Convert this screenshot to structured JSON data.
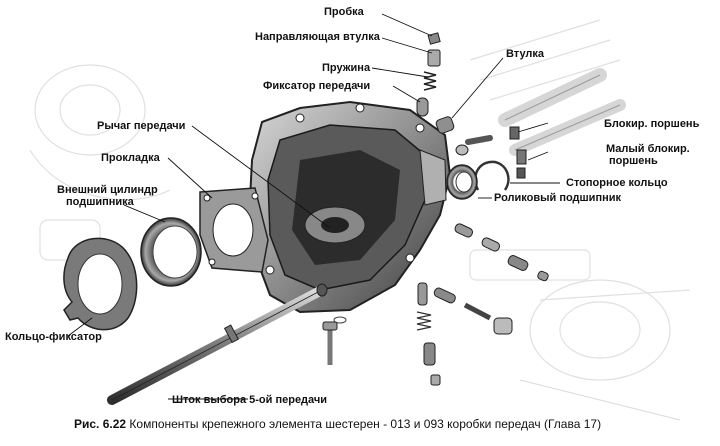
{
  "labels": {
    "probka": "Пробка",
    "napr_vtulka": "Направляющая втулка",
    "vtulka": "Втулка",
    "pruzhina": "Пружина",
    "fiksator_peredachi": "Фиксатор передачи",
    "rychag": "Рычаг передачи",
    "blok_porshen": "Блокир. поршень",
    "maly_blok_1": "Малый блокир.",
    "maly_blok_2": "поршень",
    "prokladka": "Прокладка",
    "stopornoe": "Стопорное кольцо",
    "vnesh_1": "Внешний цилиндр",
    "vnesh_2": "подшипника",
    "rolikovy": "Роликовый подшипник",
    "kolco_fiksator": "Кольцо-фиксатор",
    "shtok": "Шток выбора 5-ой передачи"
  },
  "caption": {
    "number": "Рис. 6.22",
    "text": "Компоненты крепежного элемента шестерен - 013 и 093 коробки передач (Глава 17)"
  },
  "colors": {
    "ink": "#111111",
    "metal_dark": "#3a3a3a",
    "metal_mid": "#8a8a8a",
    "metal_light": "#cfcfcf",
    "ghost": "#e2e2e2"
  }
}
